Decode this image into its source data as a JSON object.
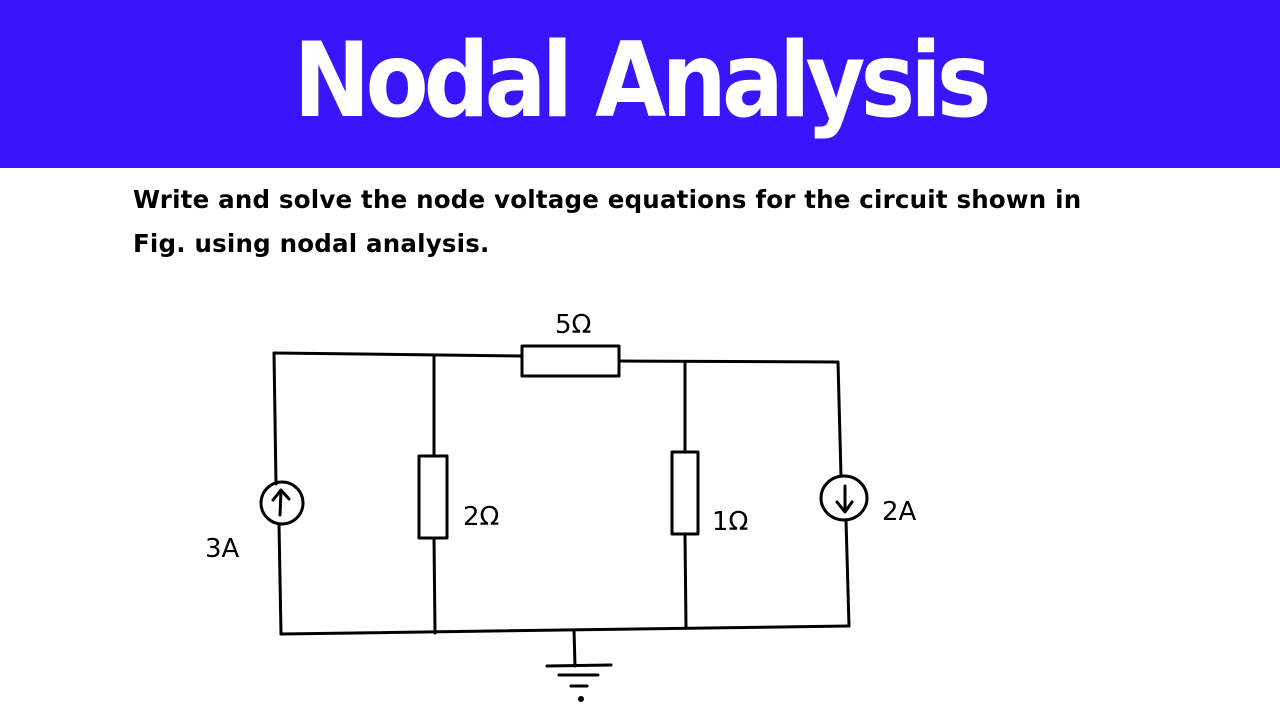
{
  "header": {
    "title": "Nodal Analysis",
    "background_color": "#3a14fb",
    "text_color": "#ffffff"
  },
  "problem": {
    "line1": "Write and solve the node voltage equations for the circuit shown in",
    "line2": "Fig. using nodal analysis."
  },
  "circuit": {
    "components": {
      "source_left": {
        "type": "current-source",
        "direction": "up",
        "label": "3A"
      },
      "resistor_left": {
        "type": "resistor",
        "label": "2Ω"
      },
      "resistor_top": {
        "type": "resistor",
        "label": "5Ω"
      },
      "resistor_right": {
        "type": "resistor",
        "label": "1Ω"
      },
      "source_right": {
        "type": "current-source",
        "direction": "down",
        "label": "2A"
      }
    },
    "ground": {
      "type": "ground"
    }
  }
}
